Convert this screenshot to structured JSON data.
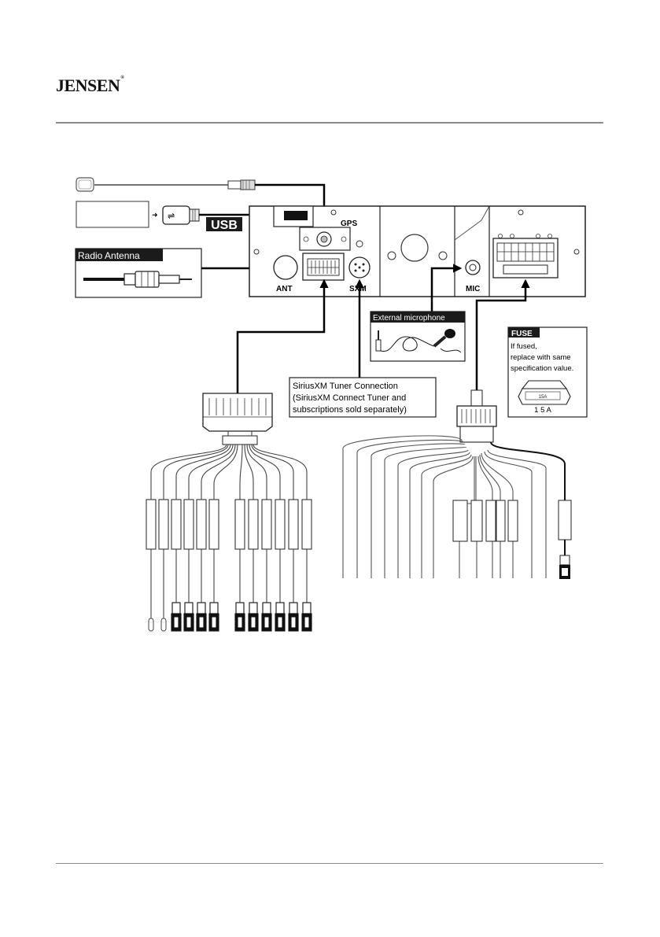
{
  "brand": {
    "name": "JENSEN",
    "trademark": "®"
  },
  "diagram": {
    "usb_label": "USB",
    "radio_antenna_label": "Radio Antenna",
    "port_labels": {
      "gps": "GPS",
      "ant": "ANT",
      "sxm": "SXM",
      "mic": "MIC"
    },
    "external_microphone_label": "External microphone",
    "siriusxm_lines": [
      "SiriusXM Tuner Connection",
      "(SiriusXM Connect Tuner and",
      "subscriptions sold separately)"
    ],
    "fuse": {
      "title": "FUSE",
      "lines": [
        "If fused,",
        "replace with same",
        "specification value."
      ],
      "rating": "1 5 A",
      "marking": "15A"
    }
  }
}
